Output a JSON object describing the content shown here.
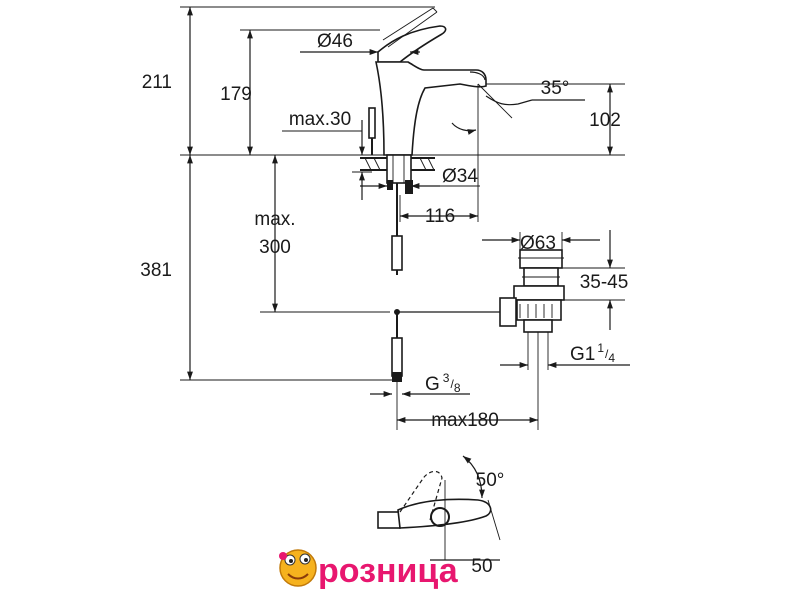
{
  "dimensions": {
    "overall_height": "211",
    "spout_height": "179",
    "handle_diameter": "Ø46",
    "spout_angle": "35°",
    "outlet_height": "102",
    "deck_thickness": "max.30",
    "base_diameter": "Ø34",
    "spout_reach": "116",
    "below_deck_height": "381",
    "rod_length_line1": "max.",
    "rod_length_line2": "300",
    "waste_diameter": "Ø63",
    "waste_range": "35-45",
    "waste_thread_main": "G1",
    "waste_thread_num": "1",
    "waste_thread_den": "4",
    "supply_thread_main": "G",
    "supply_thread_num": "3",
    "supply_thread_den": "8",
    "max_projection": "max180",
    "lever_angle": "50°",
    "lever_offset": "50"
  },
  "brand": {
    "logo_text": "розница",
    "primary_color": "#e8176f",
    "mascot_color": "#f6b21e"
  }
}
